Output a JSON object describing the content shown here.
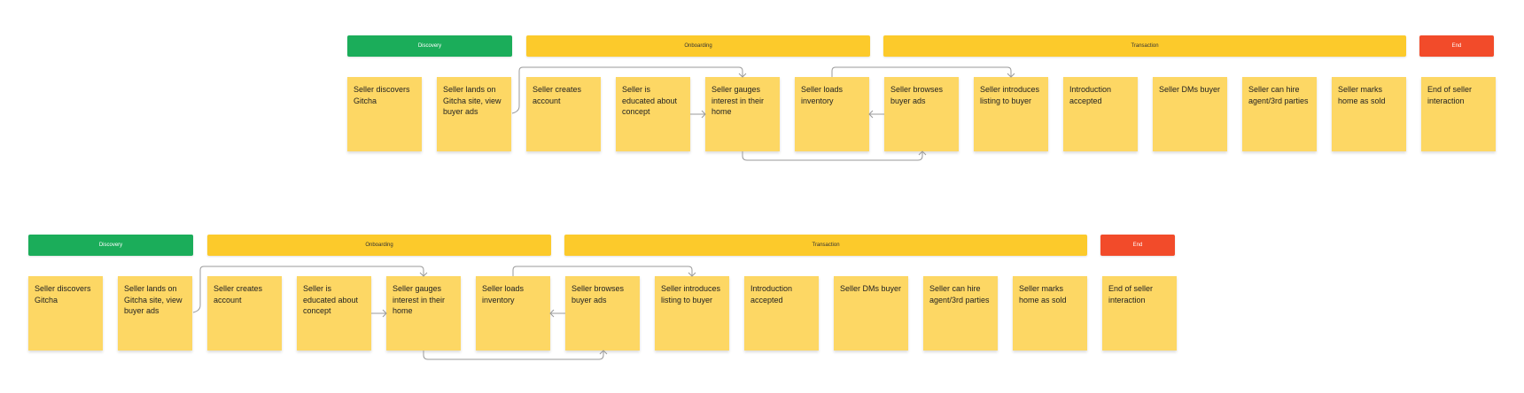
{
  "phases": {
    "discovery": "Discovery",
    "onboarding": "Onboarding",
    "transaction": "Transaction",
    "end": "End"
  },
  "steps": [
    "Seller discovers Gitcha",
    "Seller lands on Gitcha site, view buyer ads",
    "Seller creates account",
    "Seller is educated about concept",
    "Seller gauges interest in their home",
    "Seller loads inventory",
    "Seller browses buyer ads",
    "Seller introduces listing to buyer",
    "Introduction accepted",
    "Seller DMs buyer",
    "Seller can hire agent/3rd parties",
    "Seller marks home as sold",
    "End of seller interaction"
  ],
  "colors": {
    "discovery": "#1bad5a",
    "onboarding": "#fcca2b",
    "transaction": "#fcca2b",
    "end": "#f24b2a",
    "sticky": "#fdd764",
    "connector": "#9a9a9a"
  }
}
